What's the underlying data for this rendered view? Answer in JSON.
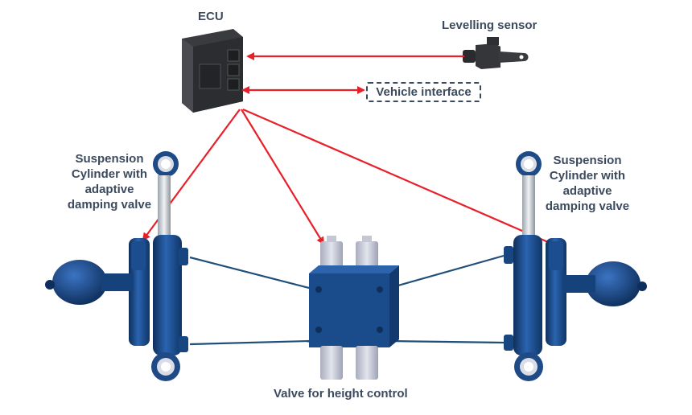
{
  "labels": {
    "ecu": "ECU",
    "levelling_sensor": "Levelling sensor",
    "vehicle_interface": "Vehicle interface",
    "left_cylinder": [
      "Suspension",
      "Cylinder with",
      "adaptive",
      "damping valve"
    ],
    "right_cylinder": [
      "Suspension",
      "Cylinder with",
      "adaptive",
      "damping valve"
    ],
    "valve": "Valve for height control"
  },
  "colors": {
    "arrow": "#e8202a",
    "hydraulic_line": "#1f4e79",
    "component_blue": "#1a4c8c",
    "ecu_body": "#2f3033",
    "label_text": "#3c4a5e"
  }
}
